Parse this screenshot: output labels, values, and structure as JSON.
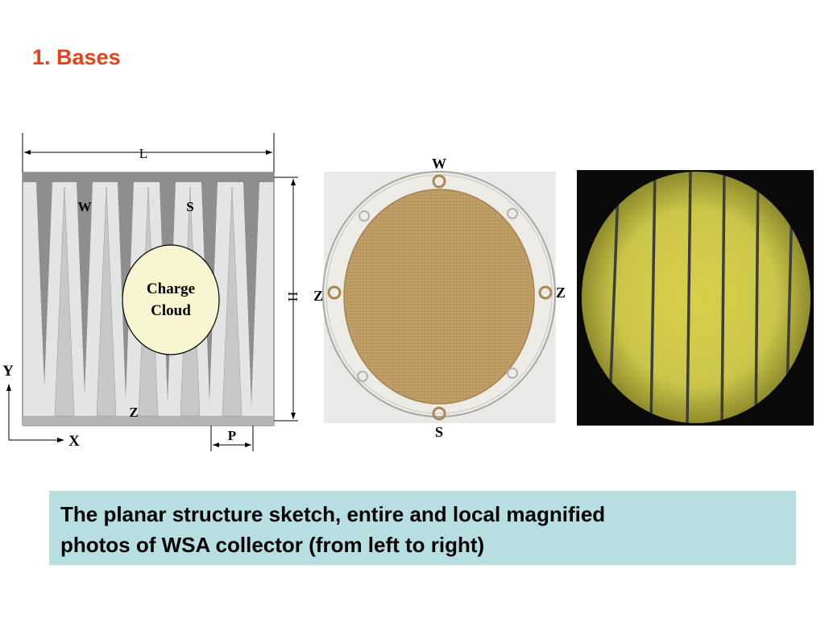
{
  "slide": {
    "title": "1. Bases"
  },
  "sketch": {
    "dimension_length_label": "L",
    "dimension_height_label": "H",
    "dimension_pitch_label": "P",
    "electrode_w_label": "W",
    "electrode_s_label": "S",
    "electrode_z_label": "Z",
    "cloud_label_line1": "Charge",
    "cloud_label_line2": "Cloud",
    "axis_x_label": "X",
    "axis_y_label": "Y"
  },
  "photo_whole": {
    "label_top": "W",
    "label_bottom": "S",
    "label_left": "Z",
    "label_right": "Z"
  },
  "caption": {
    "line1": "The planar structure sketch, entire and local magnified",
    "line2": "photos of WSA collector (from left to right)"
  }
}
